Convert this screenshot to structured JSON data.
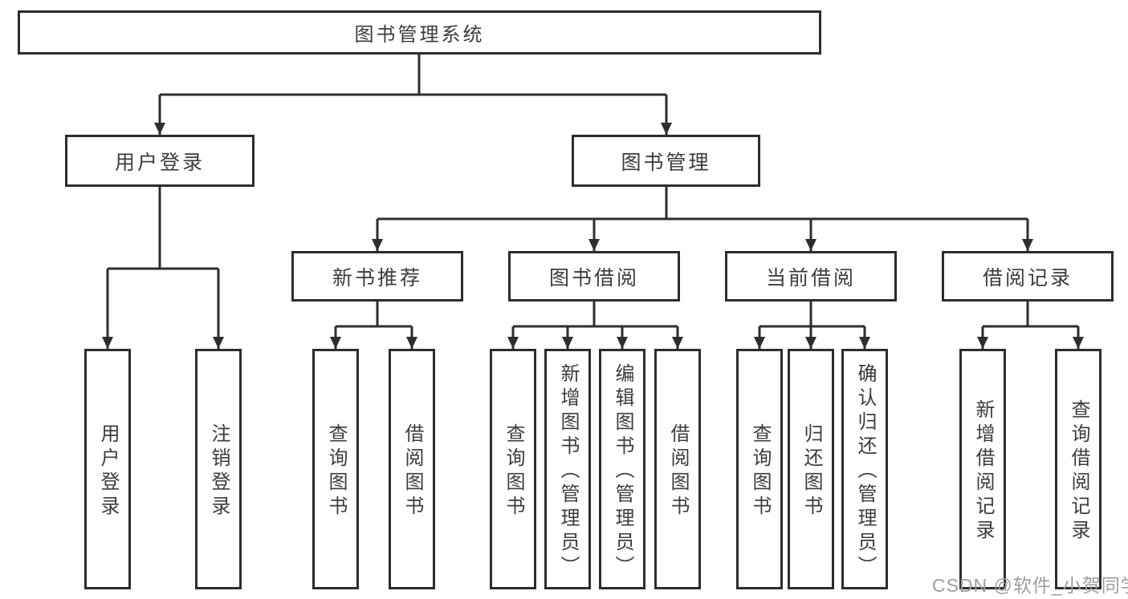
{
  "diagram": {
    "root": {
      "label": "图书管理系统"
    },
    "level2": {
      "user_login": {
        "label": "用户登录"
      },
      "book_management": {
        "label": "图书管理"
      }
    },
    "level3": {
      "new_book_recommend": {
        "label": "新书推荐"
      },
      "book_borrow": {
        "label": "图书借阅"
      },
      "current_borrow": {
        "label": "当前借阅"
      },
      "borrow_records": {
        "label": "借阅记录"
      }
    },
    "leaves": {
      "user_login_children": [
        "用户登录",
        "注销登录"
      ],
      "new_book_children": [
        "查询图书",
        "借阅图书"
      ],
      "book_borrow_children": [
        "查询图书",
        "新增图书（管理员）",
        "编辑图书（管理员）",
        "借阅图书"
      ],
      "current_borrow_children": [
        "查询图书",
        "归还图书",
        "确认归还（管理员）"
      ],
      "borrow_record_children": [
        "新增借阅记录",
        "查询借阅记录"
      ]
    }
  },
  "watermark": {
    "text": "CSDN @软件_小贺同学"
  },
  "colors": {
    "line": "#2e2e2e",
    "box_border": "#2d2d2d",
    "text": "#3c3c3c",
    "watermark": "#9d9d9d",
    "background": "#ffffff"
  }
}
